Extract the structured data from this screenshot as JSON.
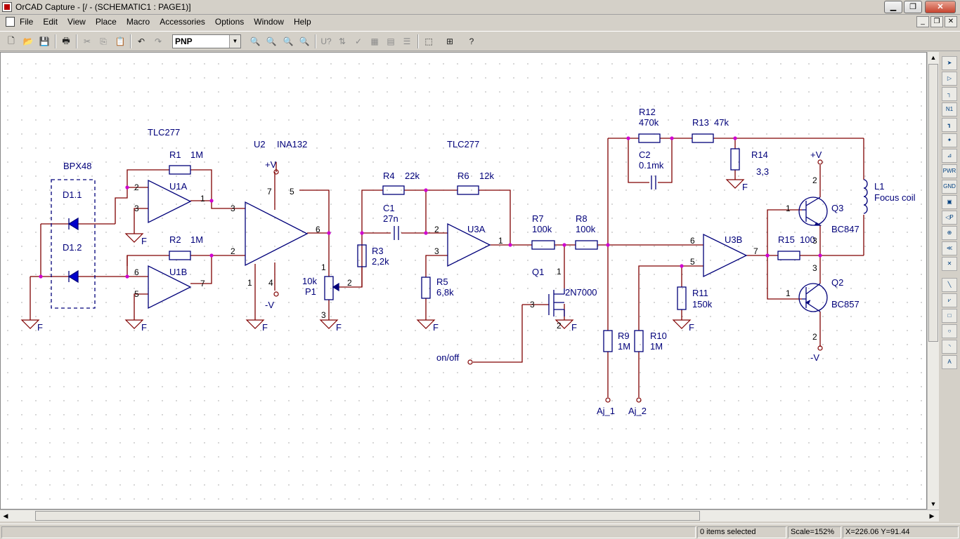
{
  "window": {
    "title": "OrCAD Capture - [/ - (SCHEMATIC1 : PAGE1)]"
  },
  "menu": [
    "File",
    "Edit",
    "View",
    "Place",
    "Macro",
    "Accessories",
    "Options",
    "Window",
    "Help"
  ],
  "toolbar": {
    "part_value": "PNP"
  },
  "schematic": {
    "labels": {
      "bpx48": "BPX48",
      "d11": "D1.1",
      "d12": "D1.2",
      "tlc277a": "TLC277",
      "r1": "R1",
      "r1v": "1M",
      "u1a": "U1A",
      "u1b": "U1B",
      "r2": "R2",
      "r2v": "1M",
      "u2": "U2",
      "ina132": "INA132",
      "vplus1": "+V",
      "vminus1": "-V",
      "p1": "P1",
      "p1v": "10k",
      "tlc277b": "TLC277",
      "r4": "R4",
      "r4v": "22k",
      "r6": "R6",
      "r6v": "12k",
      "c1": "C1",
      "c1v": "27n",
      "r3": "R3",
      "r3v": "2,2k",
      "u3a": "U3A",
      "r5": "R5",
      "r5v": "6,8k",
      "r7": "R7",
      "r7v": "100k",
      "r8": "R8",
      "r8v": "100k",
      "q1": "Q1",
      "q1v": "2N7000",
      "onoff": "on/off",
      "r12": "R12",
      "r12v": "470k",
      "r13": "R13",
      "r13v": "47k",
      "c2": "C2",
      "c2v": "0.1mk",
      "r14": "R14",
      "r14v": "3,3",
      "vplus2": "+V",
      "vminus2": "-V",
      "l1": "L1",
      "l1v": "Focus coil",
      "q3": "Q3",
      "q3v": "BC847",
      "q2": "Q2",
      "q2v": "BC857",
      "u3b": "U3B",
      "r15": "R15",
      "r15v": "100",
      "r11": "R11",
      "r11v": "150k",
      "r9": "R9",
      "r9v": "1M",
      "r10": "R10",
      "r10v": "1M",
      "aj1": "Aj_1",
      "aj2": "Aj_2",
      "gnd": "F"
    }
  },
  "status": {
    "selection": "0 items selected",
    "scale": "Scale=152%",
    "coords": "X=226.06  Y=91.44"
  }
}
